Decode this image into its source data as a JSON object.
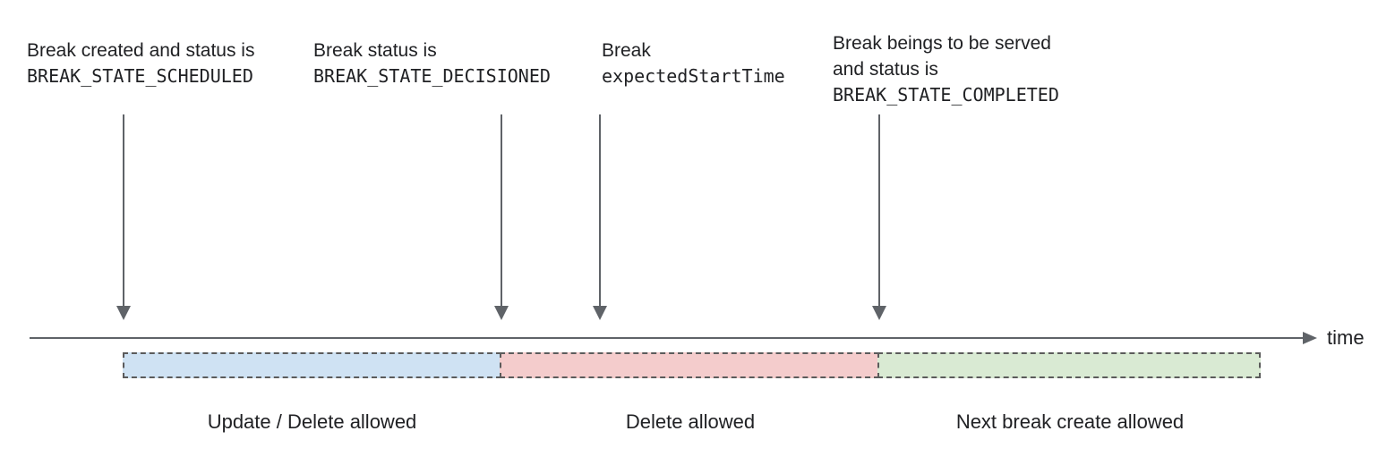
{
  "annotations": [
    {
      "line1": "Break created and status is",
      "code": "BREAK_STATE_SCHEDULED"
    },
    {
      "line1": "Break status is",
      "code": "BREAK_STATE_DECISIONED"
    },
    {
      "line1": "Break",
      "code": "expectedStartTime"
    },
    {
      "line1": "Break beings to be served",
      "line2": "and status is",
      "code": "BREAK_STATE_COMPLETED"
    }
  ],
  "timeline": {
    "axis_label": "time"
  },
  "segments": [
    {
      "label": "Update / Delete allowed",
      "fill": "#cfe2f3"
    },
    {
      "label": "Delete allowed",
      "fill": "#f4cccc"
    },
    {
      "label": "Next break create allowed",
      "fill": "#d9ead3"
    }
  ],
  "colors": {
    "arrow_line": "#5f6368",
    "dashed_border": "#5b5b5b",
    "text": "#202124",
    "background": "#ffffff"
  }
}
